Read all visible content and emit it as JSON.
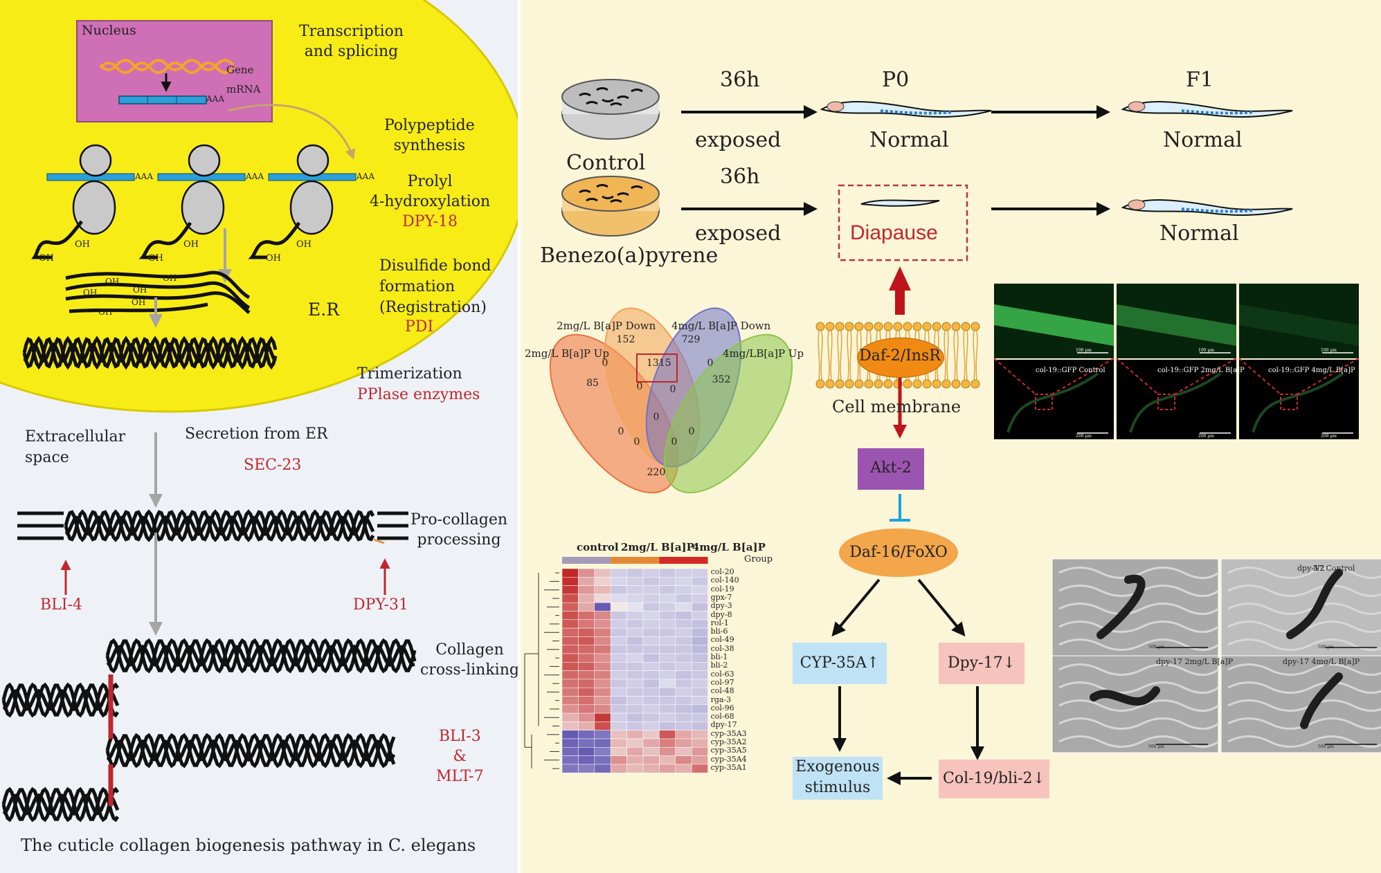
{
  "left_panel": {
    "nucleus": "Nucleus",
    "gene": "Gene",
    "mrna": "mRNA",
    "polya": "AAA",
    "oh": "OH",
    "transcription": [
      "Transcription",
      "and splicing"
    ],
    "polypeptide": [
      "Polypeptide",
      "synthesis"
    ],
    "prolyl": [
      "Prolyl",
      "4-hydroxylation"
    ],
    "dpy18": "DPY-18",
    "disulfide": [
      "Disulfide bond",
      "formation",
      "(Registration)"
    ],
    "pdi": "PDI",
    "er": "E.R",
    "trimerization": "Trimerization",
    "pplase": "PPlase enzymes",
    "extracellular": [
      "Extracellular",
      "space"
    ],
    "secretion": "Secretion from ER",
    "sec23": "SEC-23",
    "procollagen": [
      "Pro-collagen",
      "processing"
    ],
    "bli4": "BLI-4",
    "dpy31": "DPY-31",
    "crosslinking": [
      "Collagen",
      "cross-linking"
    ],
    "bli3": [
      "BLI-3",
      "&",
      "MLT-7"
    ],
    "caption": "The cuticle collagen biogenesis pathway in C. elegans",
    "colors": {
      "nucleus": "#cf6fb6",
      "er": "#f7ec16",
      "ribosome": "#c9c9c9",
      "mrna": "#2b9fd8",
      "crosslink": "#c0272d"
    }
  },
  "exposure": {
    "control": "Control",
    "bap": "Benezo(a)pyrene",
    "time": "36h",
    "exposed": "exposed",
    "p0": "P0",
    "f1": "F1",
    "normal": "Normal",
    "diapause": "Diapause"
  },
  "venn": {
    "labels": [
      "2mg/L B[a]P Down",
      "4mg/L B[a]P Down",
      "2mg/L B[a]P Up",
      "4mg/LB[a]P Up"
    ],
    "values": [
      "152",
      "729",
      "1315",
      "85",
      "0",
      "0",
      "352",
      "0",
      "0",
      "0",
      "0",
      "0",
      "0",
      "0",
      "220"
    ],
    "colors": [
      "#f2a25a",
      "#6f73c8",
      "#ee6f3f",
      "#8cc64d"
    ]
  },
  "pathway": {
    "receptor": "Daf-2/InsR",
    "membrane": "Cell membrane",
    "akt": "Akt-2",
    "daf16": "Daf-16/FoXO",
    "cyp": "CYP-35A↑",
    "dpy17": "Dpy-17↓",
    "exo": [
      "Exogenous",
      "stimulus"
    ],
    "col19": "Col-19/bli-2↓",
    "colors": {
      "akt": "#9b55b0",
      "daf16": "#f3a64a",
      "receptor": "#f08a12",
      "cyp": "#bfe3f5",
      "dpy": "#f7c3bd",
      "arrow_red": "#c0141b",
      "inhibit": "#1aa3db"
    }
  },
  "fluorescence": {
    "labels": [
      "col-19::GFP Control",
      "col-19::GFP 2mg/L B[a]P",
      "col-19::GFP 4mg/L B[a]P"
    ],
    "scalebar_top": "100 µm",
    "scalebar_bottom": "200 µm"
  },
  "micrographs": {
    "labels": [
      "N2",
      "dpy-17 Control",
      "dpy-17 2mg/L B[a]P",
      "dpy-17 4mg/L B[a]P"
    ],
    "scalebar": "500 µm"
  },
  "heatmap": {
    "col_groups": [
      "control",
      "2mg/L B[a]P",
      "4mg/L B[a]P"
    ],
    "legend_label": "Group",
    "group_colors": [
      "#a39ab8",
      "#e28a36",
      "#d42a25"
    ],
    "rows": [
      "col-20",
      "col-140",
      "col-19",
      "gpx-7",
      "dpy-3",
      "dpy-8",
      "rol-1",
      "bli-6",
      "col-49",
      "col-38",
      "bli-1",
      "bli-2",
      "col-63",
      "col-97",
      "col-48",
      "rga-3",
      "col-96",
      "col-68",
      "dpy-17",
      "cyp-35A3",
      "cyp-35A2",
      "cyp-35A5",
      "cyp-35A4",
      "cyp-35A1"
    ],
    "matrix": [
      [
        2.5,
        1.2,
        0.6,
        -0.5,
        -0.6,
        -0.5,
        -0.6,
        -0.5,
        -0.5
      ],
      [
        2.4,
        0.9,
        0.4,
        -0.4,
        -0.5,
        -0.6,
        -0.5,
        -0.4,
        -0.6
      ],
      [
        2.3,
        1.1,
        0.7,
        -0.6,
        -0.5,
        -0.5,
        -0.6,
        -0.5,
        -0.4
      ],
      [
        2.0,
        0.8,
        0.3,
        -0.3,
        -0.4,
        -0.5,
        -0.4,
        -0.6,
        -0.5
      ],
      [
        1.8,
        0.9,
        -2.2,
        0.1,
        -0.2,
        -0.6,
        -0.5,
        -0.3,
        -0.7
      ],
      [
        2.0,
        1.6,
        1.3,
        -0.6,
        -0.5,
        -0.4,
        -0.6,
        -0.7,
        -0.5
      ],
      [
        1.9,
        1.5,
        1.2,
        -0.5,
        -0.6,
        -0.5,
        -0.5,
        -0.6,
        -0.7
      ],
      [
        1.7,
        1.8,
        1.4,
        -0.6,
        -0.5,
        -0.6,
        -0.6,
        -0.5,
        -0.8
      ],
      [
        1.8,
        1.9,
        1.3,
        -0.5,
        -0.7,
        -0.5,
        -0.5,
        -0.6,
        -0.9
      ],
      [
        1.8,
        1.7,
        1.5,
        -0.6,
        -0.6,
        -0.6,
        -0.6,
        -0.6,
        -0.8
      ],
      [
        1.9,
        1.6,
        1.2,
        -0.5,
        -0.4,
        -0.7,
        -0.5,
        -0.6,
        -0.7
      ],
      [
        1.9,
        1.8,
        1.3,
        -0.6,
        -0.6,
        -0.5,
        -0.6,
        -0.5,
        -0.6
      ],
      [
        1.7,
        1.6,
        1.4,
        -0.5,
        -0.6,
        -0.6,
        -0.5,
        -0.7,
        -0.6
      ],
      [
        1.6,
        1.7,
        1.2,
        -0.6,
        -0.5,
        -0.7,
        -0.3,
        -0.6,
        -0.5
      ],
      [
        1.5,
        1.8,
        1.3,
        -0.5,
        -0.6,
        -0.6,
        -0.7,
        -0.5,
        -0.6
      ],
      [
        1.4,
        1.6,
        1.1,
        -0.7,
        -0.5,
        -0.6,
        -0.6,
        -0.6,
        -0.5
      ],
      [
        1.2,
        1.5,
        1.3,
        -0.6,
        -0.6,
        -0.5,
        -0.6,
        -0.7,
        -0.8
      ],
      [
        0.8,
        1.2,
        2.3,
        -0.5,
        -0.7,
        -0.6,
        -0.5,
        -0.6,
        -0.6
      ],
      [
        0.6,
        0.8,
        2.0,
        -0.5,
        -0.6,
        -0.5,
        -0.7,
        -0.6,
        -0.7
      ],
      [
        -2.2,
        -2.0,
        -1.8,
        0.6,
        0.8,
        0.5,
        1.9,
        0.9,
        0.7
      ],
      [
        -2.1,
        -1.9,
        -2.0,
        0.7,
        0.5,
        0.9,
        1.4,
        1.0,
        0.8
      ],
      [
        -2.0,
        -2.2,
        -1.7,
        0.5,
        0.9,
        0.6,
        1.2,
        0.6,
        1.1
      ],
      [
        -1.9,
        -2.1,
        -1.9,
        1.2,
        0.8,
        0.9,
        0.7,
        1.3,
        1.0
      ],
      [
        -1.8,
        -1.7,
        -2.0,
        0.9,
        0.7,
        0.8,
        1.0,
        0.8,
        1.6
      ]
    ]
  }
}
